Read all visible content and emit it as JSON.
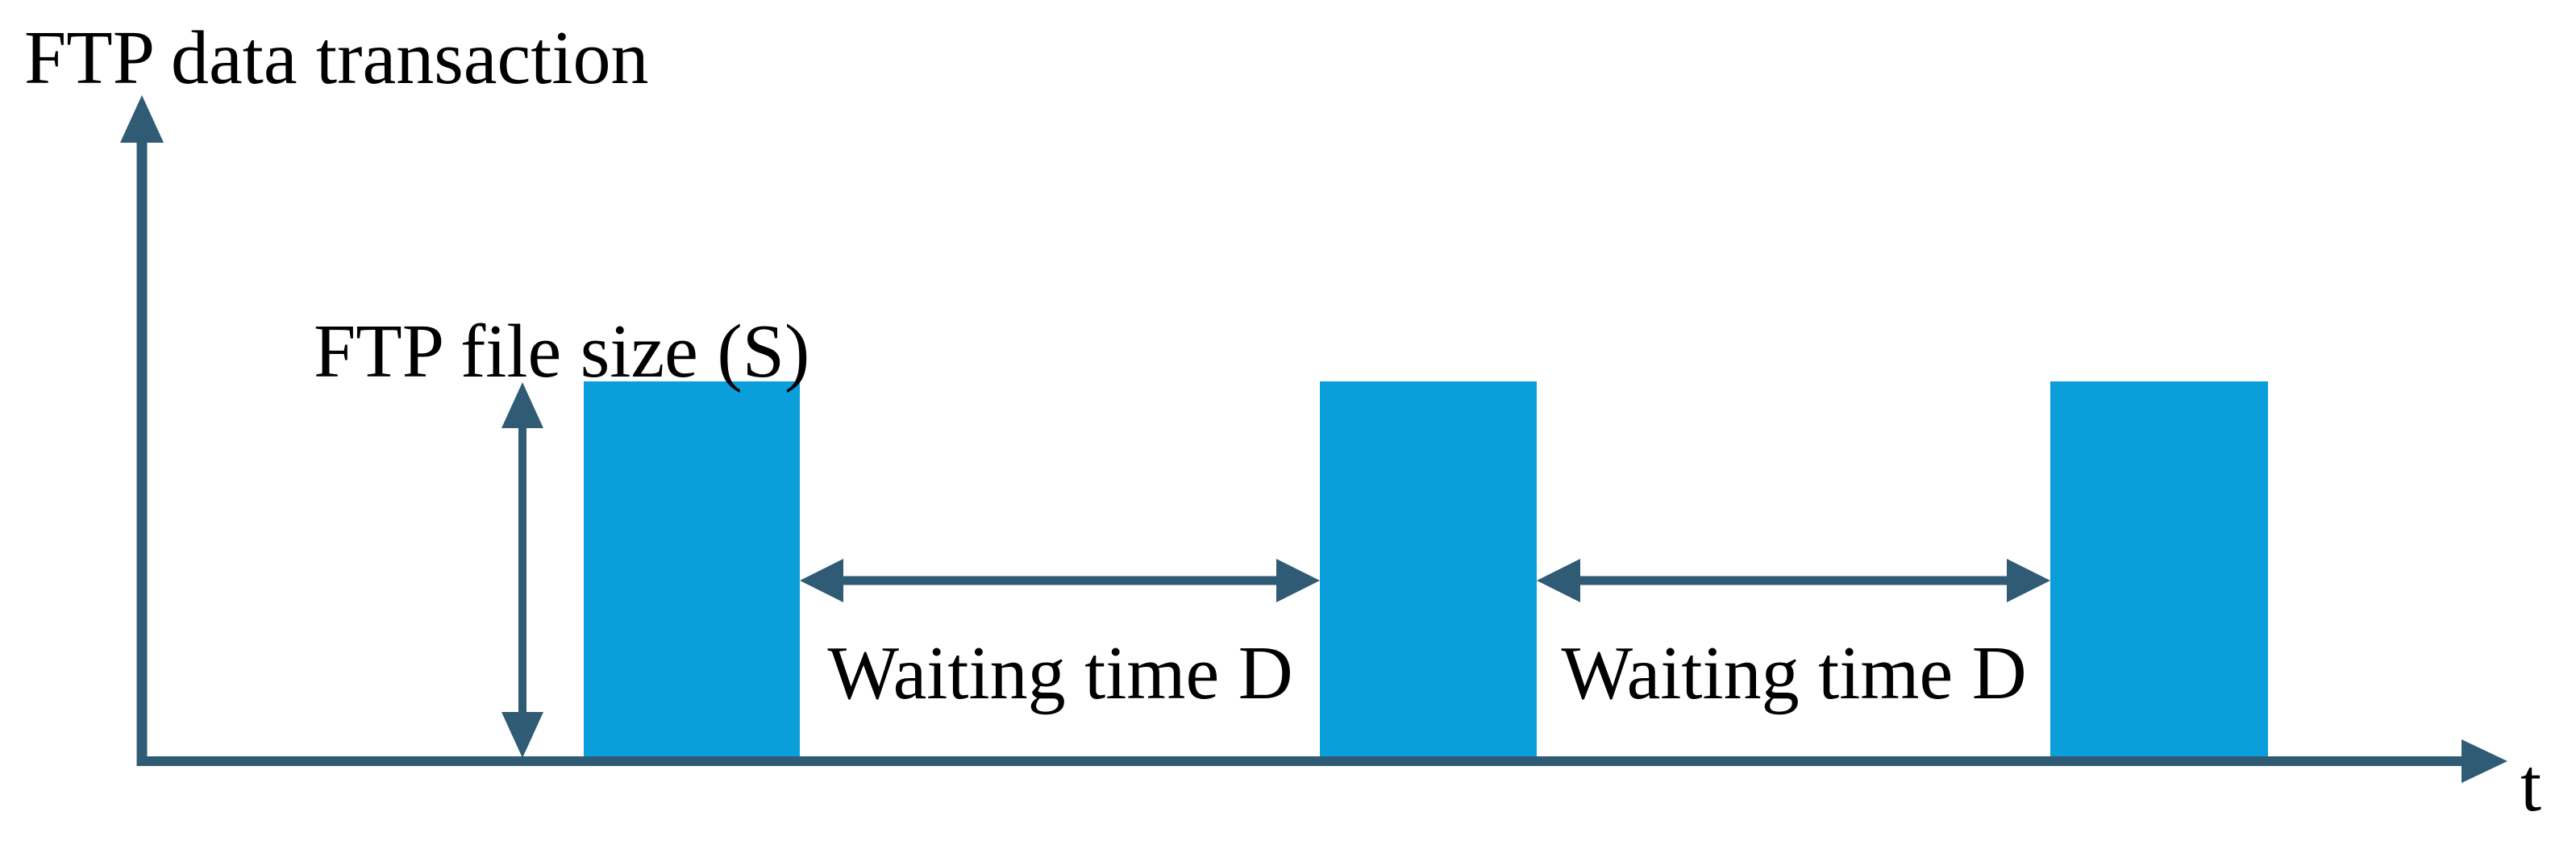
{
  "diagram": {
    "y_axis_label": "FTP data transaction",
    "x_axis_label": "t",
    "annotations": {
      "file_size": "FTP file size (S)",
      "waiting_1": "Waiting time D",
      "waiting_2": "Waiting time D"
    },
    "structure": {
      "bar_count": 3,
      "bar_height_symbol": "S",
      "gap_symbol": "D"
    },
    "colors": {
      "bar_fill": "#0A9EDA",
      "axis_stroke": "#2F5B75",
      "label_text": "#000000"
    }
  }
}
